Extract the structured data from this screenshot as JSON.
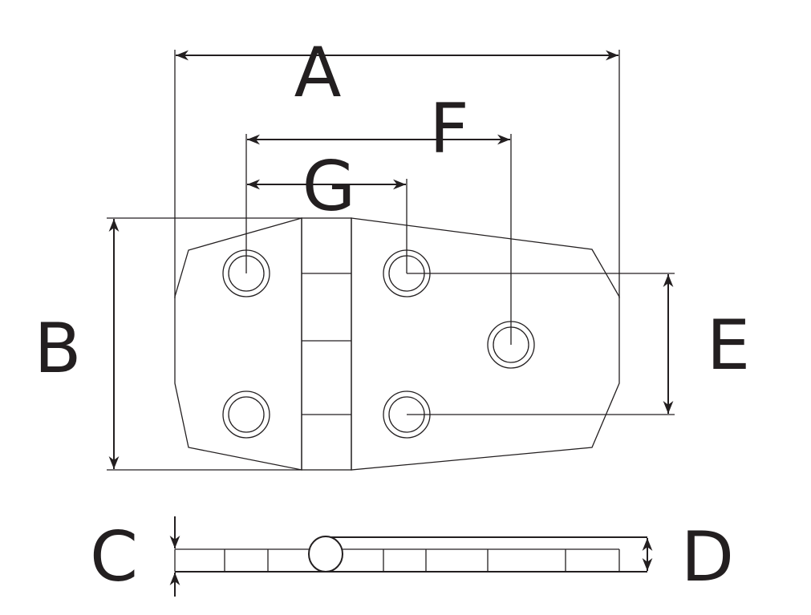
{
  "labels": {
    "A": "A",
    "B": "B",
    "C": "C",
    "D": "D",
    "E": "E",
    "F": "F",
    "G": "G"
  },
  "colors": {
    "line": "#231f20",
    "background": "#ffffff"
  }
}
